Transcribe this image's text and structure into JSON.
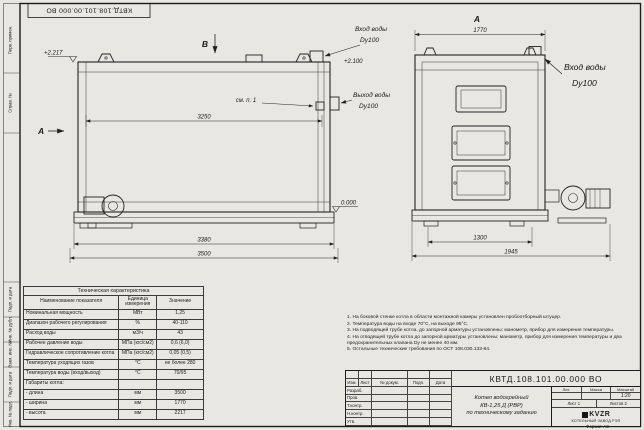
{
  "sheet": {
    "paper_color": "#e9e7e1",
    "line_color": "#222222",
    "designation": "КВТД.108.101.00.000 ВО",
    "format_label": "Формат А3"
  },
  "frame_stamps": {
    "perv_primen": "Перв. примен.",
    "sprav_no": "Справ. №",
    "podp_data_1": "Подп. и дата",
    "inv_dubl": "Инв. № дубл.",
    "vzam_inv": "Взам. инв. №",
    "podp_data_2": "Подп. и дата",
    "inv_podl": "Инв. № подл."
  },
  "side_view": {
    "view_mark": "В",
    "section_mark": "А",
    "note_ref": "см. п. 1",
    "elev_top": "+2.217",
    "elev_zero": "0.000",
    "elev_inlet": "+2.100",
    "dim_inner": "3250",
    "dim_base": "3380",
    "dim_overall": "3500",
    "inlet_line1": "Вход воды",
    "inlet_line2": "Dy100",
    "outlet_line1": "Выход воды",
    "outlet_line2": "Dy100"
  },
  "front_view": {
    "view_mark": "А",
    "dim_top": "1770",
    "dim_base": "1300",
    "dim_overall": "1945",
    "inlet_line1": "Вход воды",
    "inlet_line2": "Dy100"
  },
  "spec_table": {
    "title": "Техническая характеристика",
    "headers": [
      "Наименование показателя",
      "Единица измерения",
      "Значение"
    ],
    "rows": [
      {
        "name": "Номинальная мощность",
        "unit": "МВт",
        "value": "1,25"
      },
      {
        "name": "Диапазон рабочего регулирования",
        "unit": "%",
        "value": "40-110"
      },
      {
        "name": "Расход воды",
        "unit": "м3/ч",
        "value": "43"
      },
      {
        "name": "Рабочее давление воды",
        "unit": "МПа (кгс/см2)",
        "value": "0,6 (6,0)"
      },
      {
        "name": "Гидравлическое сопротивление котла",
        "unit": "МПа (кгс/см2)",
        "value": "0,05 (0,5)"
      },
      {
        "name": "Температура уходящих газов",
        "unit": "°С",
        "value": "не более 280"
      },
      {
        "name": "Температура воды (вход/выход)",
        "unit": "°С",
        "value": "70/95"
      },
      {
        "name": "Габариты котла:",
        "unit": "",
        "value": ""
      },
      {
        "name": "- длина",
        "unit": "мм",
        "value": "3500"
      },
      {
        "name": "- ширина",
        "unit": "мм",
        "value": "1770"
      },
      {
        "name": "- высота",
        "unit": "мм",
        "value": "2217"
      }
    ]
  },
  "notes": {
    "items": [
      "1. На боковой стенке котла в области монтажной камеры установлен пробоотборный штуцер.",
      "2. Температура воды на входе 70°С, на выходе 95°С.",
      "3. На подводящей трубе котла, до запорной арматуры установлены: манометр, прибор для измерения температуры.",
      "4. На отводящей трубе котла до запорной арматуры установлены: манометр, прибор для измерения температуры и два предохранительных клапана Dy не менее 40 мм.",
      "5. Остальные технические требования по ОСТ 108.030.133-84."
    ]
  },
  "title_block": {
    "designation": "КВТД.108.101.00.000 ВО",
    "col_izm": "Изм.",
    "col_list": "Лист",
    "col_doc": "№ докум.",
    "col_podp": "Подп.",
    "col_data": "Дата",
    "roles": [
      "Разраб.",
      "Пров.",
      "Т.контр.",
      "Н.контр.",
      "Утв."
    ],
    "title_line1": "Котел водогрейный",
    "title_line2": "КВ-1,25 Д (РВР)",
    "title_line3": "по техническому заданию",
    "lit_label": "Лит.",
    "mass_label": "Масса",
    "scale_label": "Масштаб",
    "scale_value": "1:20",
    "sheet_info": "Лист 1",
    "sheets_info": "Листов 2",
    "logo_text": "KVZR",
    "company_name": "КОТЕЛЬНЫЙ ЗАВОД РЭП"
  }
}
